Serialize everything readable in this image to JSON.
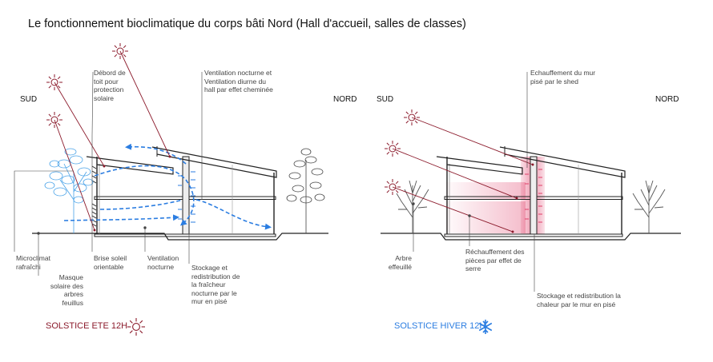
{
  "title": "Le fonctionnement bioclimatique du corps bâti Nord (Hall d'accueil, salles de classes)",
  "colors": {
    "sun": "#8b1a2b",
    "air": "#2b7de1",
    "heat": "#e0406a",
    "line": "#333333"
  },
  "icons": {
    "sun": "sun-icon",
    "snow": "snowflake-icon"
  },
  "summer": {
    "sud": "SUD",
    "nord": "NORD",
    "legend": "SOLSTICE ETE 12H",
    "labels": {
      "debord": "Débord de toit pour protection solaire",
      "ventilation_top": "Ventilation nocturne et Ventilation diurne du hall par effet cheminée",
      "microclimat": "Microclimat rafraîchi",
      "masque": "Masque solaire des arbres feuillus",
      "brise": "Brise soleil orientable",
      "ventilation_bottom": "Ventilation nocturne",
      "stockage": "Stockage et redistribution de la fraîcheur nocturne par le mur en pisé"
    }
  },
  "winter": {
    "sud": "SUD",
    "nord": "NORD",
    "legend": "SOLSTICE HIVER 12H",
    "labels": {
      "echauffement": "Echauffement du mur pisé par le shed",
      "arbre": "Arbre effeuillé",
      "rechauffement": "Réchauffement des pièces par effet de serre",
      "stockage": "Stockage et redistribution la chaleur par le mur en pisé"
    }
  }
}
